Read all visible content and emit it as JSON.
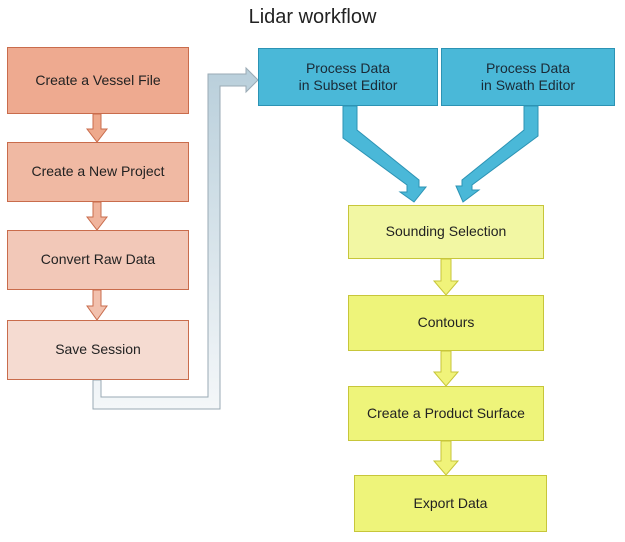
{
  "title": "Lidar workflow",
  "left_steps": [
    {
      "label": "Create a Vessel File",
      "color": "#eeaa90"
    },
    {
      "label": "Create a New Project",
      "color": "#f0b9a3"
    },
    {
      "label": "Convert Raw Data",
      "color": "#f2c8b8"
    },
    {
      "label": "Save Session",
      "color": "#f5dbd1"
    }
  ],
  "editors": [
    {
      "label": "Process Data\nin Subset Editor"
    },
    {
      "label": "Process Data\nin Swath Editor"
    }
  ],
  "right_steps": [
    {
      "label": "Sounding Selection",
      "color": "#f2f7a3"
    },
    {
      "label": "Contours",
      "color": "#eef47a"
    },
    {
      "label": "Create a Product Surface",
      "color": "#eef47a"
    },
    {
      "label": "Export Data",
      "color": "#eef47a"
    }
  ],
  "colors": {
    "blue_box": "#4ab8d8",
    "salmon_arrow": "#ee9f86",
    "yellow_arrow": "#f0f37a",
    "connector": "#c9d8e0"
  }
}
